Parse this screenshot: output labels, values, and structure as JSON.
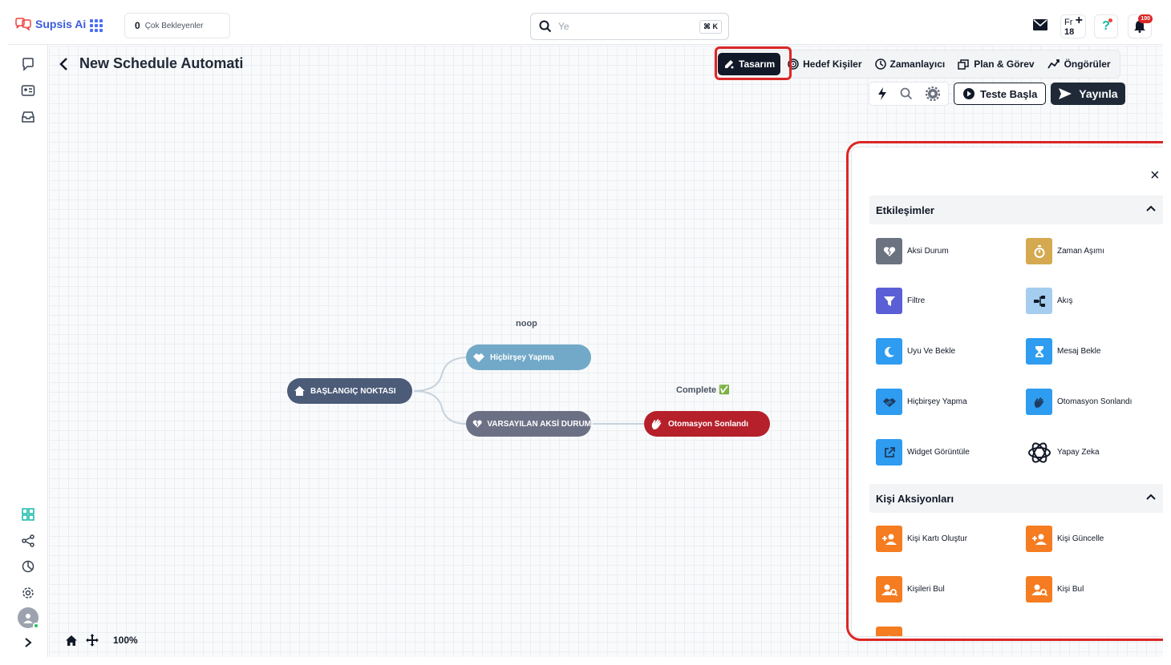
{
  "brand": {
    "name": "Supsis Ai",
    "accent": "#3b5bdb"
  },
  "topbar": {
    "waiting_count": "0",
    "waiting_label": "Çok Bekleyenler",
    "search_placeholder": "Ye",
    "search_shortcut": "⌘ K",
    "user_code": "Fr",
    "user_number": "18",
    "help_label": "?",
    "notification_count": "100"
  },
  "page": {
    "title": "New Schedule Automati"
  },
  "tabs": [
    {
      "label": "Tasarım",
      "icon": "design-icon",
      "active": true
    },
    {
      "label": "Hedef Kişiler",
      "icon": "target-icon",
      "active": false
    },
    {
      "label": "Zamanlayıcı",
      "icon": "clock-icon",
      "active": false
    },
    {
      "label": "Plan & Görev",
      "icon": "plan-icon",
      "active": false
    },
    {
      "label": "Öngörüler",
      "icon": "insights-icon",
      "active": false
    }
  ],
  "actions": {
    "test_label": "Teste Başla",
    "publish_label": "Yayınla"
  },
  "flow": {
    "start_node": "BAŞLANGIÇ NOKTASI",
    "noop_label": "noop",
    "noop_node": "Hiçbirşey Yapma",
    "default_node": "VARSAYILAN AKSİ DURUM",
    "complete_label": "Complete ✅",
    "end_node": "Otomasyon Sonlandı"
  },
  "zoom": "100%",
  "panel": {
    "close_label": "×",
    "sections": [
      {
        "title": "Etkileşimler",
        "items": [
          {
            "label": "Aksi Durum",
            "icon": "broken-heart-icon",
            "color": "#6b7280"
          },
          {
            "label": "Zaman Aşımı",
            "icon": "timer-icon",
            "color": "#d4a94f"
          },
          {
            "label": "Filtre",
            "icon": "filter-icon",
            "color": "#5b5fd6"
          },
          {
            "label": "Akış",
            "icon": "flow-icon",
            "color": "#a5cdf0"
          },
          {
            "label": "Uyu Ve Bekle",
            "icon": "moon-icon",
            "color": "#2e9cf0"
          },
          {
            "label": "Mesaj Bekle",
            "icon": "hourglass-icon",
            "color": "#2e9cf0"
          },
          {
            "label": "Hiçbirşey Yapma",
            "icon": "handshake-icon",
            "color": "#2e9cf0"
          },
          {
            "label": "Otomasyon Sonlandı",
            "icon": "wave-icon",
            "color": "#2e9cf0"
          },
          {
            "label": "Widget Görüntüle",
            "icon": "external-icon",
            "color": "#2e9cf0"
          },
          {
            "label": "Yapay Zeka",
            "icon": "ai-icon",
            "color": "#ffffff"
          }
        ]
      },
      {
        "title": "Kişi Aksiyonları",
        "items": [
          {
            "label": "Kişi Kartı Oluştur",
            "icon": "add-person-icon",
            "color": "#f57c20"
          },
          {
            "label": "Kişi Güncelle",
            "icon": "update-person-icon",
            "color": "#f57c20"
          },
          {
            "label": "Kişileri Bul",
            "icon": "find-persons-icon",
            "color": "#f57c20"
          },
          {
            "label": "Kişi Bul",
            "icon": "find-person-icon",
            "color": "#f57c20"
          }
        ]
      }
    ]
  },
  "colors": {
    "start_node": "#4b5b78",
    "noop_node": "#73a9c8",
    "default_node": "#6b7085",
    "end_node": "#b5202a",
    "highlight": "#dc2626"
  }
}
